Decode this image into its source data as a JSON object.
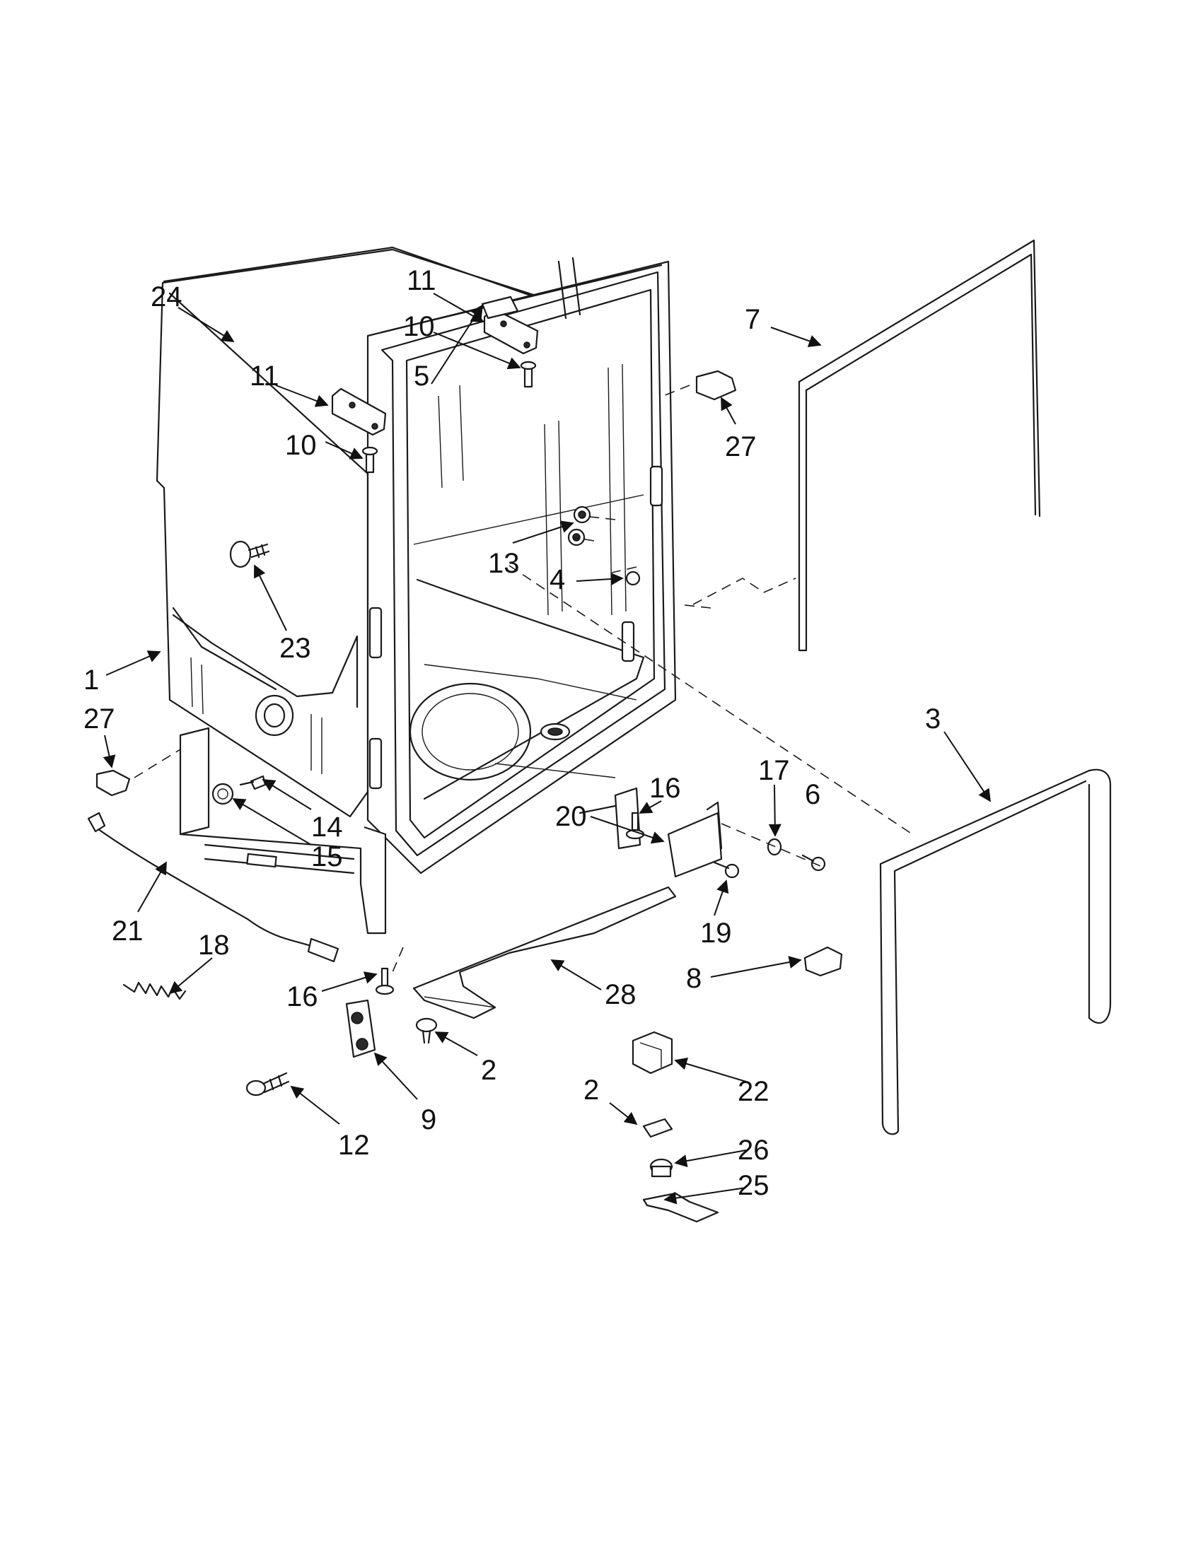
{
  "callouts": [
    {
      "id": "c24",
      "label": "24"
    },
    {
      "id": "c11a",
      "label": "11"
    },
    {
      "id": "c10a",
      "label": "10"
    },
    {
      "id": "c11b",
      "label": "11"
    },
    {
      "id": "c5",
      "label": "5"
    },
    {
      "id": "c10b",
      "label": "10"
    },
    {
      "id": "c7",
      "label": "7"
    },
    {
      "id": "c27a",
      "label": "27"
    },
    {
      "id": "c13",
      "label": "13"
    },
    {
      "id": "c4",
      "label": "4"
    },
    {
      "id": "c23",
      "label": "23"
    },
    {
      "id": "c1",
      "label": "1"
    },
    {
      "id": "c27b",
      "label": "27"
    },
    {
      "id": "c3",
      "label": "3"
    },
    {
      "id": "c16a",
      "label": "16"
    },
    {
      "id": "c17",
      "label": "17"
    },
    {
      "id": "c6",
      "label": "6"
    },
    {
      "id": "c20",
      "label": "20"
    },
    {
      "id": "c14",
      "label": "14"
    },
    {
      "id": "c15",
      "label": "15"
    },
    {
      "id": "c19",
      "label": "19"
    },
    {
      "id": "c21",
      "label": "21"
    },
    {
      "id": "c18",
      "label": "18"
    },
    {
      "id": "c8",
      "label": "8"
    },
    {
      "id": "c28",
      "label": "28"
    },
    {
      "id": "c16b",
      "label": "16"
    },
    {
      "id": "c2a",
      "label": "2"
    },
    {
      "id": "c9",
      "label": "9"
    },
    {
      "id": "c22",
      "label": "22"
    },
    {
      "id": "c2b",
      "label": "2"
    },
    {
      "id": "c12",
      "label": "12"
    },
    {
      "id": "c26",
      "label": "26"
    },
    {
      "id": "c25",
      "label": "25"
    }
  ]
}
